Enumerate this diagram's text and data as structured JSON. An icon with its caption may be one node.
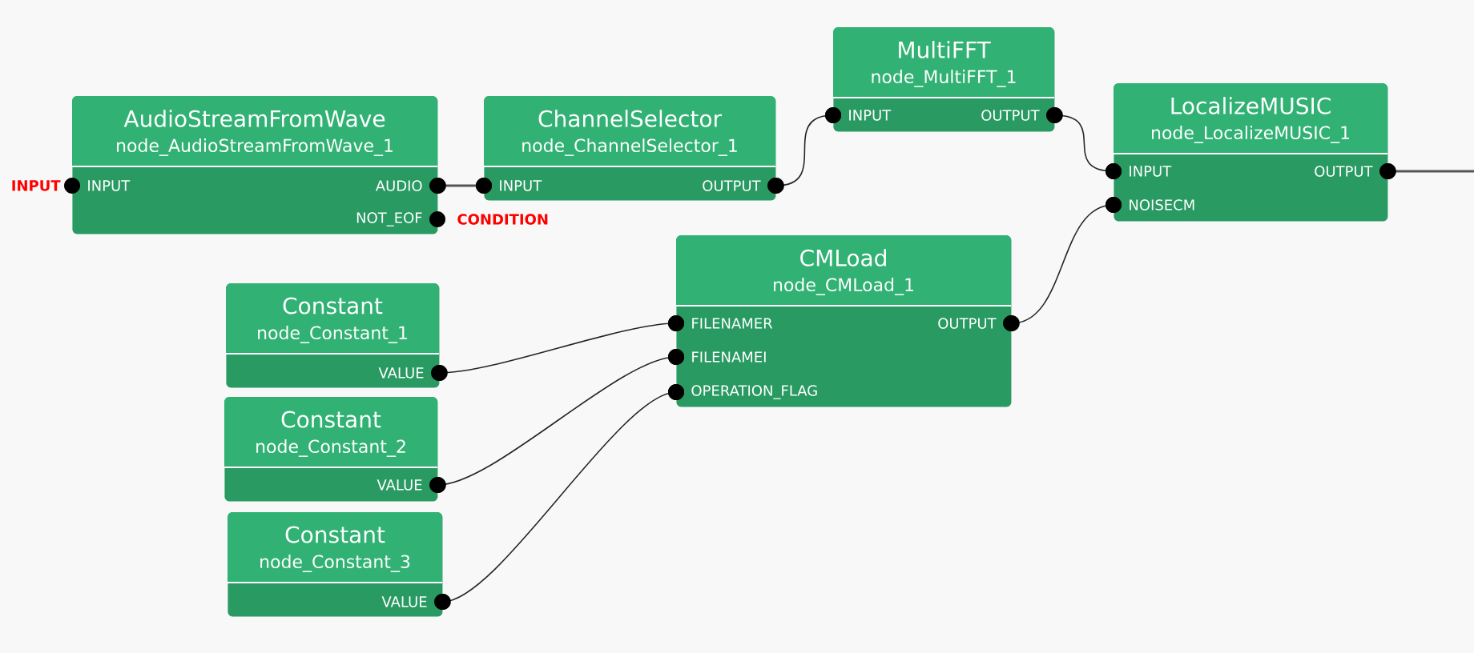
{
  "diagram": {
    "nodes": [
      {
        "text": [
          "AudioStreamFromWave",
          "node_AudioStreamFromWave_1",
          "INPUT",
          "AUDIO",
          "NOT_EOF"
        ],
        "beside": [
          "INPUT",
          "CONDITION"
        ]
      },
      {
        "text": [
          "ChannelSelector",
          "node_ChannelSelector_1",
          "INPUT",
          "OUTPUT"
        ]
      },
      {
        "text": [
          "MultiFFT",
          "node_MultiFFT_1",
          "INPUT",
          "OUTPUT"
        ]
      },
      {
        "text": [
          "LocalizeMUSIC",
          "node_LocalizeMUSIC_1",
          "INPUT",
          "OUTPUT",
          "NOISECM"
        ]
      },
      {
        "text": [
          "CMLoad",
          "node_CMLoad_1",
          "FILENAMER",
          "OUTPUT",
          "FILENAMEI",
          "OPERATION_FLAG"
        ]
      },
      {
        "text": [
          "Constant",
          "node_Constant_1",
          "VALUE"
        ]
      },
      {
        "text": [
          "Constant",
          "node_Constant_2",
          "VALUE"
        ]
      },
      {
        "text": [
          "Constant",
          "node_Constant_3",
          "VALUE"
        ]
      }
    ],
    "edges": [
      {
        "from": 0,
        "to": 1,
        "arrow": "none",
        "color": "#555555"
      },
      {
        "from": 1,
        "to": 2,
        "arrow": "none"
      },
      {
        "from": 2,
        "to": 3,
        "arrow": "none"
      },
      {
        "from": 4,
        "to": 3,
        "arrow": "none"
      },
      {
        "from": 5,
        "to": 4,
        "arrow": "none"
      },
      {
        "from": 6,
        "to": 4,
        "arrow": "none"
      },
      {
        "from": 7,
        "to": 4,
        "arrow": "none"
      },
      {
        "from": 3,
        "to": null,
        "arrow": "none",
        "color": "#555555"
      }
    ]
  }
}
